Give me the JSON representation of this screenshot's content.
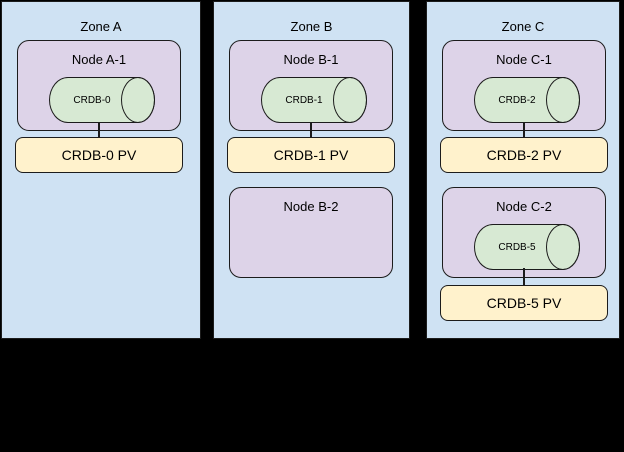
{
  "canvas": {
    "background": "#000000"
  },
  "colors": {
    "zone_fill": "#cfe2f3",
    "node_fill": "#ddd3e8",
    "cylinder_fill": "#d7e9d3",
    "pv_fill": "#fff2cc",
    "border": "#1c1c1c"
  },
  "zones": [
    {
      "title": "Zone A",
      "groups": [
        {
          "node_title": "Node A-1",
          "cylinder_label": "CRDB-0",
          "pv_label": "CRDB-0 PV"
        }
      ]
    },
    {
      "title": "Zone B",
      "groups": [
        {
          "node_title": "Node B-1",
          "cylinder_label": "CRDB-1",
          "pv_label": "CRDB-1 PV"
        },
        {
          "node_title": "Node B-2"
        }
      ]
    },
    {
      "title": "Zone C",
      "groups": [
        {
          "node_title": "Node C-1",
          "cylinder_label": "CRDB-2",
          "pv_label": "CRDB-2 PV"
        },
        {
          "node_title": "Node C-2",
          "cylinder_label": "CRDB-5",
          "pv_label": "CRDB-5 PV"
        }
      ]
    }
  ]
}
